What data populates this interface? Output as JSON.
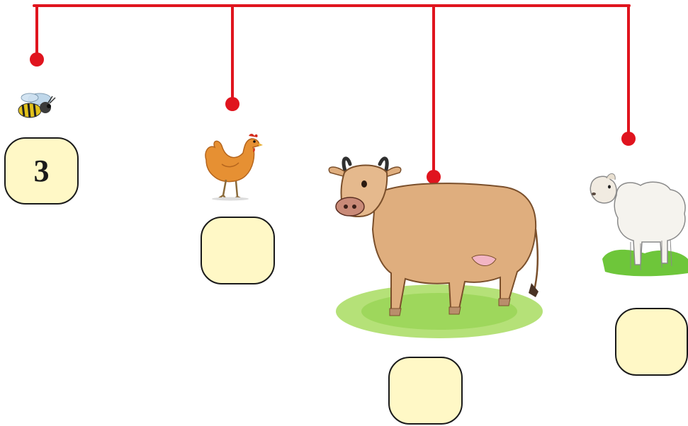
{
  "colors": {
    "connector_line": "#e0141e",
    "box_fill": "#fff8c6",
    "box_border": "#1a1a1a",
    "grass": "#8fd14a"
  },
  "animals": [
    {
      "name": "bee",
      "icon": "bee-icon",
      "answer": "3"
    },
    {
      "name": "hen",
      "icon": "hen-icon",
      "answer": ""
    },
    {
      "name": "cow",
      "icon": "cow-icon",
      "answer": ""
    },
    {
      "name": "sheep",
      "icon": "sheep-icon",
      "answer": ""
    }
  ]
}
